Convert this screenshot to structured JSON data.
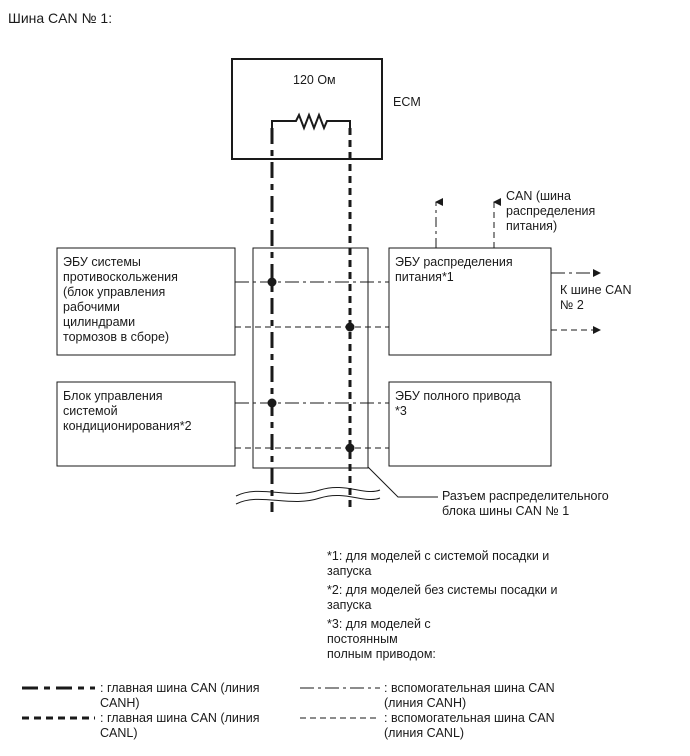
{
  "title": "Шина CAN № 1:",
  "resistor_label": "120 Ом",
  "ecm_label": "ECM",
  "can_power_label": "CAN (шина\nраспределения\nпитания)",
  "skid_ecu_label": "ЭБУ системы\nпротивоскольжения\n(блок управления\nрабочими\nцилиндрами\nтормозов в сборе)",
  "ac_unit_label": "Блок управления\nсистемой\nкондиционирования*2",
  "power_ecu_label": "ЭБУ распределения\nпитания*1",
  "awd_ecu_label": "ЭБУ полного привода\n*3",
  "to_can2_label": "К шине CAN\n№ 2",
  "junction_label": "Разъем распределительного\nблока шины CAN № 1",
  "notes": [
    "*1: для моделей с системой посадки и\nзапуска",
    "*2: для моделей без системы посадки и\nзапуска",
    "*3: для моделей с\nпостоянным\nполным приводом:"
  ],
  "legend": [
    {
      "label": ": главная шина CAN (линия\nCANH)"
    },
    {
      "label": ": главная шина CAN (линия\nCANL)"
    },
    {
      "label": ": вспомогательная шина CAN\n(линия CANH)"
    },
    {
      "label": ": вспомогательная шина CAN\n(линия CANL)"
    }
  ]
}
